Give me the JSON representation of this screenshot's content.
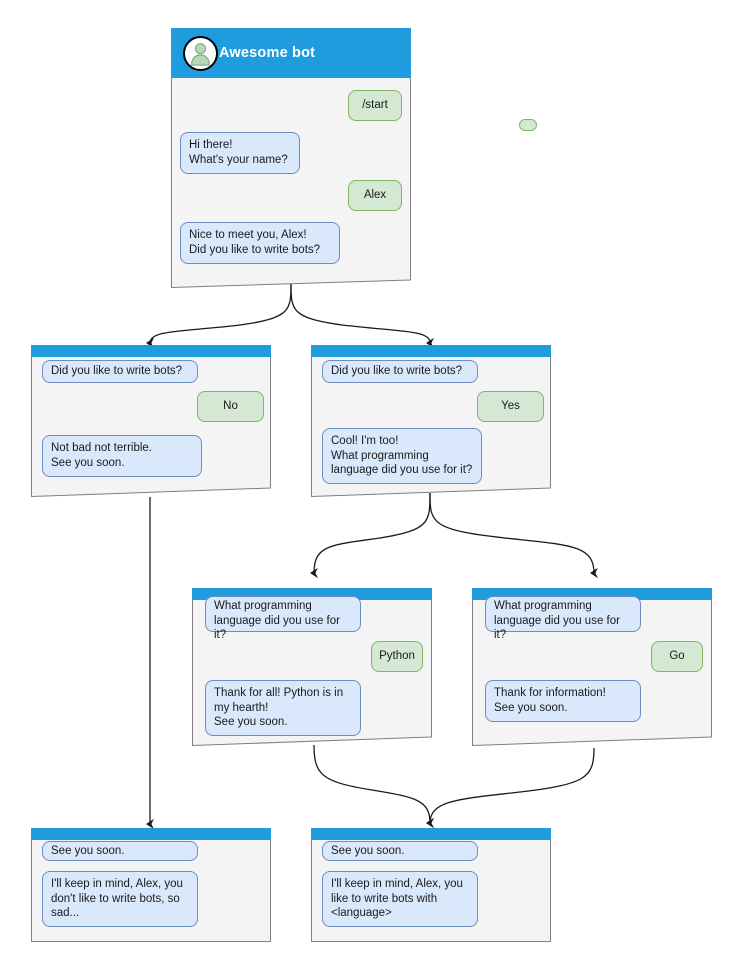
{
  "diagram": {
    "title": "Awesome bot chatbot conversation flow",
    "colors": {
      "header_blue": "#1f9cdd",
      "window_bg": "#f4f4f4",
      "window_border": "#7f7f7f",
      "bot_bubble_fill": "#dae8fc",
      "bot_bubble_stroke": "#6c8ebf",
      "user_bubble_fill": "#d5e8d4",
      "user_bubble_stroke": "#82b366",
      "avatar_person": "#b5d9b5",
      "avatar_person_stroke": "#7aa87a",
      "edge": "#1a1a1a",
      "page_bg": "#ffffff"
    },
    "nodes": [
      {
        "id": "root",
        "name": "awesome-bot-start",
        "title": "Awesome bot",
        "has_header_title": true,
        "avatar_icon": "person-avatar-icon",
        "messages": [
          {
            "side": "user",
            "text": "/start"
          },
          {
            "side": "bot",
            "text": "Hi there!\nWhat's your name?"
          },
          {
            "side": "user",
            "text": "Alex"
          },
          {
            "side": "bot",
            "text": "Nice to meet you, Alex!\nDid you like to write bots?"
          }
        ]
      },
      {
        "id": "no",
        "name": "branch-no",
        "title": "",
        "has_header_title": false,
        "messages": [
          {
            "side": "bot",
            "text": "Did you like to write bots?"
          },
          {
            "side": "user",
            "text": "No"
          },
          {
            "side": "bot",
            "text": "Not bad not terrible.\nSee you soon."
          }
        ]
      },
      {
        "id": "yes",
        "name": "branch-yes",
        "title": "",
        "has_header_title": false,
        "messages": [
          {
            "side": "bot",
            "text": "Did you like to write bots?"
          },
          {
            "side": "user",
            "text": "Yes"
          },
          {
            "side": "bot",
            "text": "Cool! I'm too!\nWhat programming\nlanguage did you use for it?"
          }
        ]
      },
      {
        "id": "python",
        "name": "branch-python",
        "title": "",
        "has_header_title": false,
        "messages": [
          {
            "side": "bot",
            "text": "What programming\nlanguage did you use for it?"
          },
          {
            "side": "user",
            "text": "Python"
          },
          {
            "side": "bot",
            "text": "Thank for all! Python is in\nmy hearth!\nSee you soon."
          }
        ]
      },
      {
        "id": "go",
        "name": "branch-go",
        "title": "",
        "has_header_title": false,
        "messages": [
          {
            "side": "bot",
            "text": "What programming\nlanguage did you use for it?"
          },
          {
            "side": "user",
            "text": "Go"
          },
          {
            "side": "bot",
            "text": "Thank for information!\nSee you soon."
          }
        ]
      },
      {
        "id": "end_sad",
        "name": "ending-no-bots",
        "title": "",
        "has_header_title": false,
        "messages": [
          {
            "side": "bot",
            "text": "See you soon."
          },
          {
            "side": "bot",
            "text": "I'll keep in mind, Alex, you\ndon't like to write bots, so\nsad..."
          }
        ]
      },
      {
        "id": "end_happy",
        "name": "ending-likes-bots",
        "title": "",
        "has_header_title": false,
        "messages": [
          {
            "side": "bot",
            "text": "See you soon."
          },
          {
            "side": "bot",
            "text": "I'll keep in mind, Alex, you\nlike to write bots with\n<language>"
          }
        ]
      }
    ],
    "edges": [
      {
        "from": "root",
        "to": "no"
      },
      {
        "from": "root",
        "to": "yes"
      },
      {
        "from": "yes",
        "to": "python"
      },
      {
        "from": "yes",
        "to": "go"
      },
      {
        "from": "no",
        "to": "end_sad"
      },
      {
        "from": "python",
        "to": "end_happy"
      },
      {
        "from": "go",
        "to": "end_happy"
      }
    ]
  }
}
